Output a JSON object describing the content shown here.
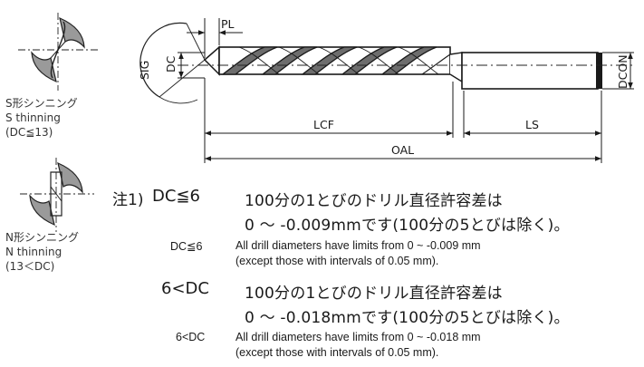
{
  "dimensions": {
    "pl": "PL",
    "sig": "SIG",
    "dc": "DC",
    "dcon": "DCON",
    "lcf": "LCF",
    "ls": "LS",
    "oal": "OAL"
  },
  "thinning": {
    "s_type": {
      "jp": "S形シンニング",
      "en": "S thinning",
      "range": "(DC≦13)"
    },
    "n_type": {
      "jp": "N形シンニング",
      "en": "N thinning",
      "range": "(13＜DC)"
    }
  },
  "notes": {
    "note_prefix": "注1)",
    "tol1": {
      "cond": "DC≦6",
      "jp_line1": "100分の1とびのドリル直径許容差は",
      "jp_line2": "0 ～ -0.009mmです(100分の5とびは除く)。",
      "en_cond": "DC≦6",
      "en_line1": "All drill diameters have limits from 0 ~ -0.009 mm",
      "en_line2": "(except those with intervals of 0.05 mm)."
    },
    "tol2": {
      "cond": "6<DC",
      "jp_line1": "100分の1とびのドリル直径許容差は",
      "jp_line2": "0 ～ -0.018mmです(100分の5とびは除く)。",
      "en_cond": "6<DC",
      "en_line1": "All drill diameters have limits from 0 ~ -0.018 mm",
      "en_line2": "(except those with intervals of 0.05 mm)."
    }
  }
}
